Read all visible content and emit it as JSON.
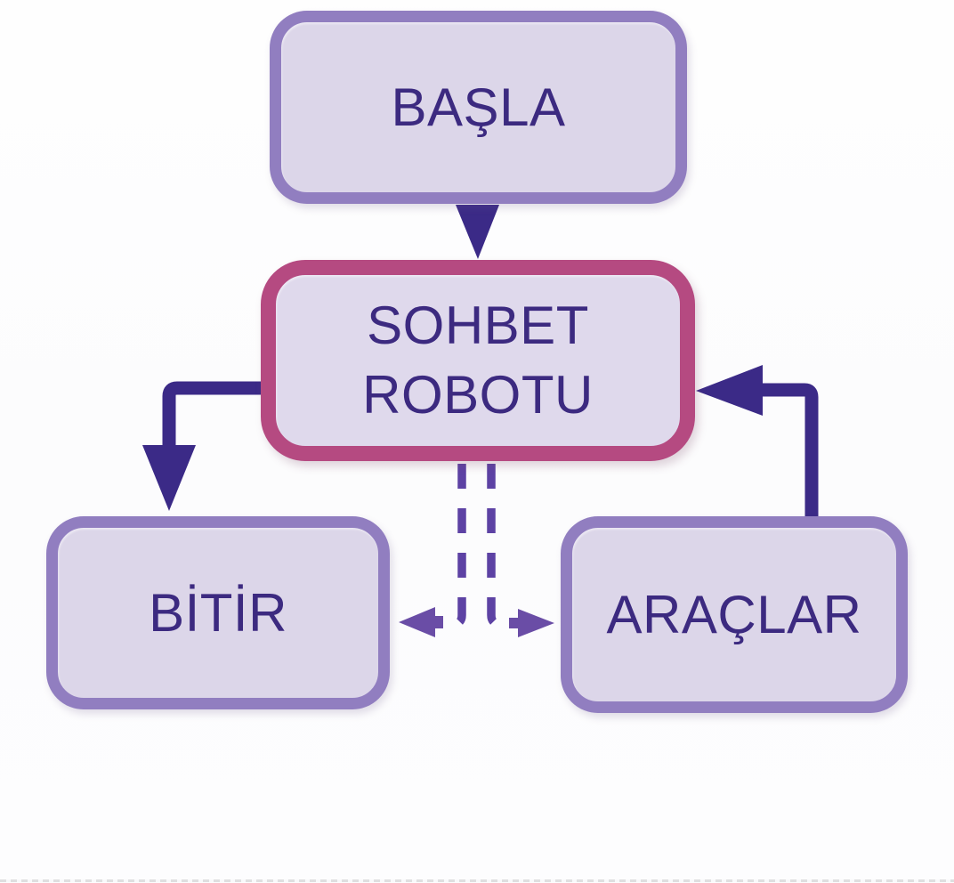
{
  "diagram": {
    "type": "flowchart",
    "nodes": [
      {
        "id": "basla",
        "label": "BAŞLA",
        "shape": "rounded-rectangle",
        "border_color": "#917ec0",
        "fill_color": "#dcd6e9",
        "text_color": "#3c2a80"
      },
      {
        "id": "sohbet-robotu",
        "label": "SOHBET ROBOTU",
        "shape": "rounded-rectangle",
        "border_color": "#b54a81",
        "fill_color": "#dfd9ec",
        "text_color": "#3c2a80"
      },
      {
        "id": "bitir",
        "label": "BİTİR",
        "shape": "rounded-rectangle",
        "border_color": "#917ec0",
        "fill_color": "#dcd6e9",
        "text_color": "#3c2a80"
      },
      {
        "id": "araclar",
        "label": "ARAÇLAR",
        "shape": "rounded-rectangle",
        "border_color": "#917ec0",
        "fill_color": "#dcd6e9",
        "text_color": "#3c2a80"
      }
    ],
    "edges": [
      {
        "from": "basla",
        "to": "sohbet-robotu",
        "style": "solid",
        "shape": "straight-down-arrow"
      },
      {
        "from": "sohbet-robotu",
        "to": "bitir",
        "style": "solid",
        "shape": "elbow-left-down-arrow"
      },
      {
        "from": "araclar",
        "to": "sohbet-robotu",
        "style": "solid",
        "shape": "elbow-up-left-arrow"
      },
      {
        "from": "sohbet-robotu",
        "to": "bitir",
        "style": "dashed",
        "shape": "down-then-left-arrow"
      },
      {
        "from": "sohbet-robotu",
        "to": "araclar",
        "style": "dashed",
        "shape": "down-then-right-arrow"
      }
    ],
    "colors": {
      "solid_arrow": "#3b2a87",
      "dashed_line": "#5d42a4",
      "dashed_arrowhead": "#6a4da6",
      "node_border_purple": "#917ec0",
      "node_border_rose": "#b54a81",
      "node_fill": "#dcd6e9",
      "node_text": "#3c2a80",
      "background": "#fdfdfe"
    }
  }
}
